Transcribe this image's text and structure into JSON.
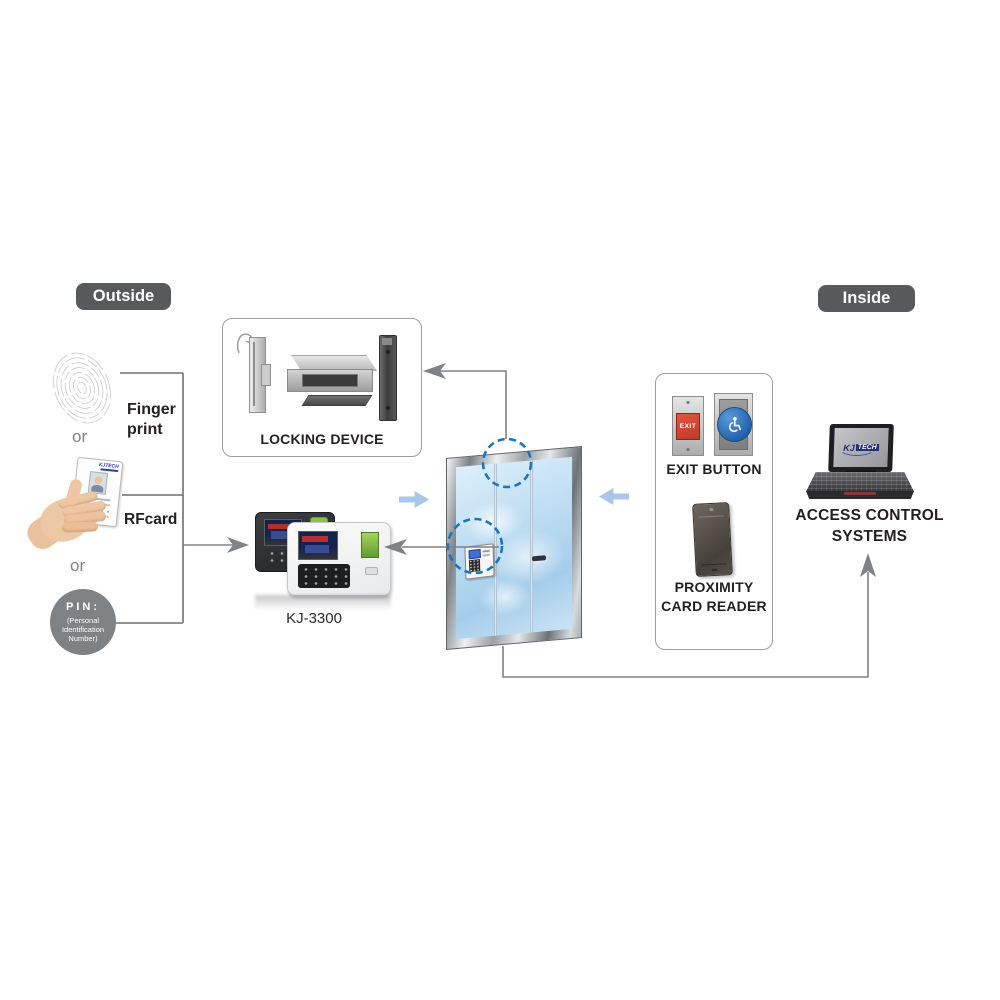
{
  "labels": {
    "outside": "Outside",
    "inside": "Inside",
    "finger_line1": "Finger",
    "finger_line2": "print",
    "or_1": "or",
    "or_2": "or",
    "rfcard": "RFcard",
    "pin_title": "PIN:",
    "pin_sub1": "(Personal",
    "pin_sub2": "Identification",
    "pin_sub3": "Number)",
    "locking_device": "LOCKING DEVICE",
    "terminal_model": "KJ-3300",
    "exit_button_text": "EXIT",
    "exit_button_caption": "EXIT BUTTON",
    "proximity_line1": "PROXIMITY",
    "proximity_line2": "CARD READER",
    "access_line1": "ACCESS CONTROL",
    "access_line2": "SYSTEMS",
    "laptop_logo_kj": "KJ",
    "laptop_logo_tech": "TECH",
    "card_logo": "KJTECH"
  },
  "colors": {
    "badge_bg": "#58595b",
    "dashed_circle_blue": "#1b75bb",
    "block_arrow_blue": "#a9c5e8",
    "connector_gray": "#77787b",
    "pin_circle_bg": "#7f8285",
    "exit_button_red": "#d9422f",
    "accessible_button_blue": "#2b6fc0",
    "sensor_green": "#7dc242"
  }
}
